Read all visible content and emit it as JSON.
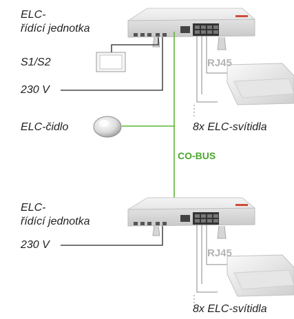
{
  "top": {
    "unit_label_line1": "ELC-",
    "unit_label_line2": "řídící jednotka",
    "switch_label": "S1/S2",
    "voltage_label": "230 V",
    "connector_label": "RJ45",
    "luminaires_label": "8x ELC-svítidla"
  },
  "sensor_label": "ELC-čidlo",
  "bus_label": "CO-BUS",
  "bottom": {
    "unit_label_line1": "ELC-",
    "unit_label_line2": "řídící jednotka",
    "voltage_label": "230 V",
    "connector_label": "RJ45",
    "luminaires_label": "8x ELC-svítidla"
  },
  "colors": {
    "bus": "#5cb536",
    "wire": "#222222",
    "rj_label": "#b3b3b3",
    "device": "#e9e9e9"
  }
}
